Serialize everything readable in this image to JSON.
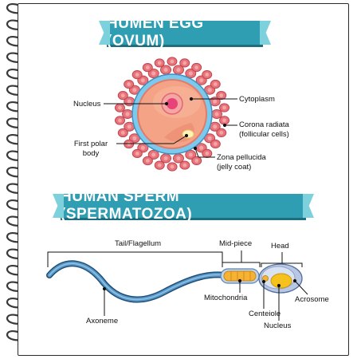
{
  "egg": {
    "title": "HUMEN EGG (OVUM)",
    "labels": {
      "nucleus": "Nucleus",
      "cytoplasm": "Cytoplasm",
      "corona": "Corona radiata",
      "corona_sub": "(follicular cells)",
      "polar_1": "First polar",
      "polar_2": "body",
      "zona": "Zona pellucida",
      "zona_sub": "(jelly coat)"
    }
  },
  "sperm": {
    "title": "HUMAN SPERM (SPERMATOZOA)",
    "labels": {
      "tail": "Tail/Flagellum",
      "midpiece": "Mid-piece",
      "head": "Head",
      "mitochondria": "Mitochondria",
      "acrosome": "Acrosome",
      "centriole": "Centeiole",
      "nucleus": "Nucleus",
      "axoneme": "Axoneme"
    }
  },
  "colors": {
    "banner": "#2f9db2",
    "follicle": "#e6747a",
    "zona": "#6fc6ec",
    "cytoplasm": "#f3a083",
    "nucleus": "#e85275",
    "tail": "#4a86b5",
    "midpiece": "#f6b233",
    "head": "#b9c8e3",
    "head_nucleus": "#f5c11c"
  }
}
